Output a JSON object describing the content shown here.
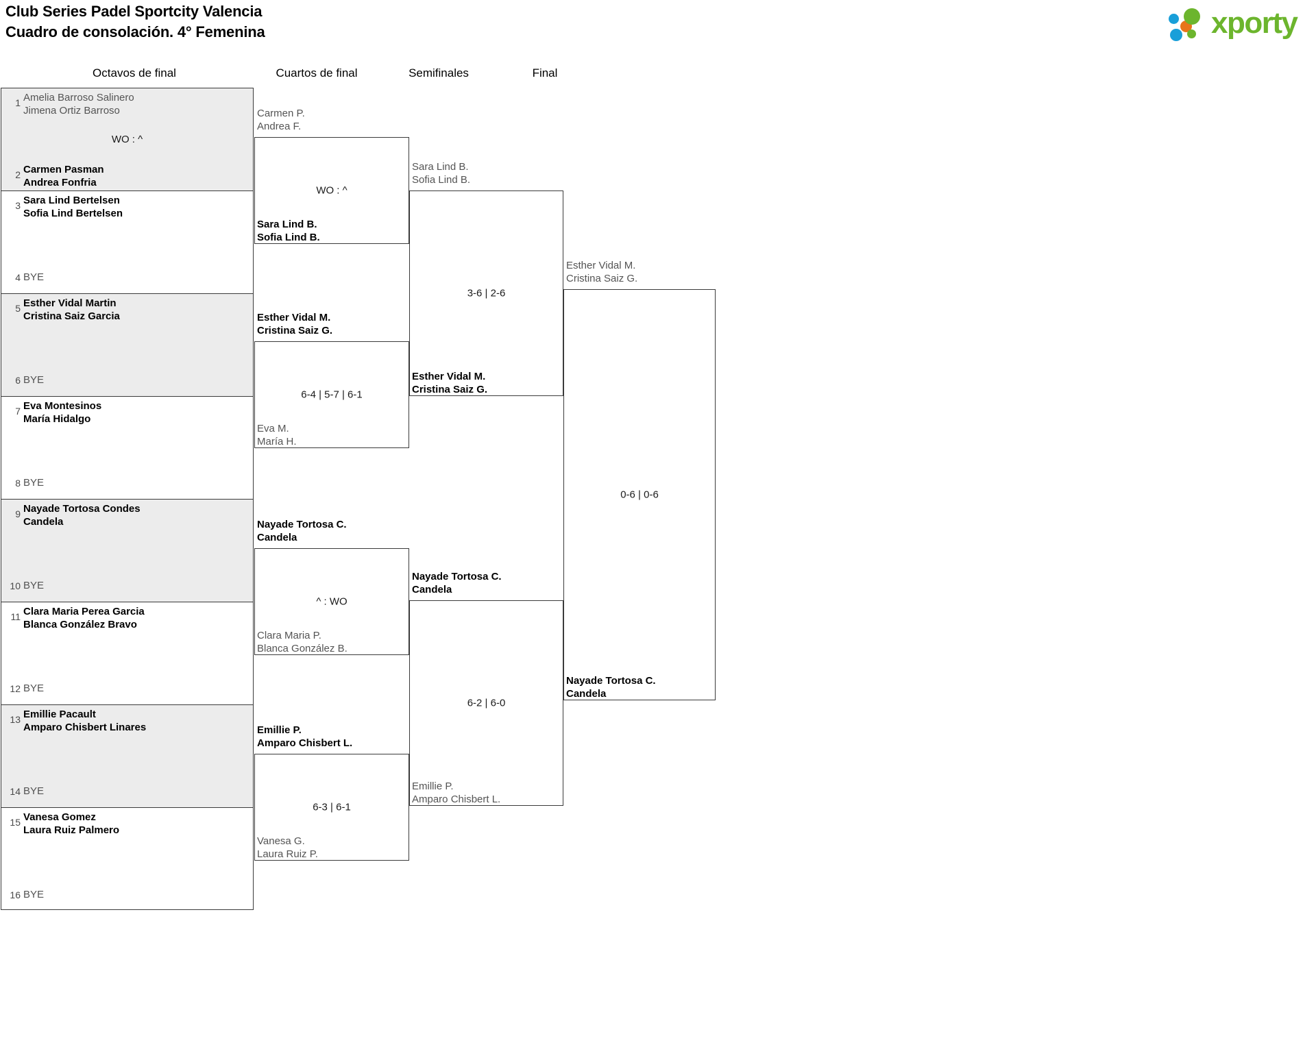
{
  "header": {
    "title_line1": "Club Series Padel Sportcity Valencia",
    "title_line2": "Cuadro de consolación. 4° Femenina",
    "logo_text": "xporty",
    "logo_colors": {
      "green": "#6cb52d",
      "blue": "#199fd9",
      "orange": "#e8751a"
    }
  },
  "rounds": [
    {
      "name": "Octavos de final"
    },
    {
      "name": "Cuartos de final"
    },
    {
      "name": "Semifinales"
    },
    {
      "name": "Final"
    }
  ],
  "round1": {
    "matches": [
      {
        "shaded": true,
        "score": "WO : ^",
        "top": {
          "seed": "1",
          "p1": "Amelia Barroso Salinero",
          "p2": "Jimena Ortiz Barroso",
          "state": "lose"
        },
        "bottom": {
          "seed": "2",
          "p1": "Carmen Pasman",
          "p2": "Andrea Fonfria",
          "state": "win"
        }
      },
      {
        "shaded": false,
        "score": "",
        "top": {
          "seed": "3",
          "p1": "Sara Lind Bertelsen",
          "p2": "Sofia Lind Bertelsen",
          "state": "win"
        },
        "bottom": {
          "seed": "4",
          "p1": "BYE",
          "p2": "",
          "state": "bye"
        }
      },
      {
        "shaded": true,
        "score": "",
        "top": {
          "seed": "5",
          "p1": "Esther Vidal Martin",
          "p2": "Cristina Saiz Garcia",
          "state": "win"
        },
        "bottom": {
          "seed": "6",
          "p1": "BYE",
          "p2": "",
          "state": "bye"
        }
      },
      {
        "shaded": false,
        "score": "",
        "top": {
          "seed": "7",
          "p1": "Eva Montesinos",
          "p2": "María Hidalgo",
          "state": "win"
        },
        "bottom": {
          "seed": "8",
          "p1": "BYE",
          "p2": "",
          "state": "bye"
        }
      },
      {
        "shaded": true,
        "score": "",
        "top": {
          "seed": "9",
          "p1": "Nayade Tortosa Condes",
          "p2": "Candela",
          "state": "win"
        },
        "bottom": {
          "seed": "10",
          "p1": "BYE",
          "p2": "",
          "state": "bye"
        }
      },
      {
        "shaded": false,
        "score": "",
        "top": {
          "seed": "11",
          "p1": "Clara Maria Perea Garcia",
          "p2": "Blanca González Bravo",
          "state": "win"
        },
        "bottom": {
          "seed": "12",
          "p1": "BYE",
          "p2": "",
          "state": "bye"
        }
      },
      {
        "shaded": true,
        "score": "",
        "top": {
          "seed": "13",
          "p1": "Emillie Pacault",
          "p2": "Amparo Chisbert Linares",
          "state": "win"
        },
        "bottom": {
          "seed": "14",
          "p1": "BYE",
          "p2": "",
          "state": "bye"
        }
      },
      {
        "shaded": false,
        "score": "",
        "top": {
          "seed": "15",
          "p1": "Vanesa Gomez",
          "p2": "Laura Ruiz Palmero",
          "state": "win"
        },
        "bottom": {
          "seed": "16",
          "p1": "BYE",
          "p2": "",
          "state": "bye"
        }
      }
    ]
  },
  "round2": {
    "matches": [
      {
        "score": "WO : ^",
        "top": {
          "p1": "Carmen P.",
          "p2": "Andrea F.",
          "state": "lose"
        },
        "bottom": {
          "p1": "Sara Lind B.",
          "p2": "Sofia Lind B.",
          "state": "win"
        }
      },
      {
        "score": "6-4 | 5-7 | 6-1",
        "top": {
          "p1": "Esther Vidal M.",
          "p2": "Cristina Saiz G.",
          "state": "win"
        },
        "bottom": {
          "p1": "Eva M.",
          "p2": "María H.",
          "state": "lose"
        }
      },
      {
        "score": "^ : WO",
        "top": {
          "p1": "Nayade Tortosa C.",
          "p2": "Candela",
          "state": "win"
        },
        "bottom": {
          "p1": "Clara Maria P.",
          "p2": "Blanca González B.",
          "state": "lose"
        }
      },
      {
        "score": "6-3 | 6-1",
        "top": {
          "p1": "Emillie P.",
          "p2": "Amparo Chisbert L.",
          "state": "win"
        },
        "bottom": {
          "p1": "Vanesa G.",
          "p2": "Laura Ruiz P.",
          "state": "lose"
        }
      }
    ]
  },
  "round3": {
    "matches": [
      {
        "score": "3-6 | 2-6",
        "top": {
          "p1": "Sara Lind B.",
          "p2": "Sofia Lind B.",
          "state": "lose"
        },
        "bottom": {
          "p1": "Esther Vidal M.",
          "p2": "Cristina Saiz G.",
          "state": "win"
        }
      },
      {
        "score": "6-2 | 6-0",
        "top": {
          "p1": "Nayade Tortosa C.",
          "p2": "Candela",
          "state": "win"
        },
        "bottom": {
          "p1": "Emillie P.",
          "p2": "Amparo Chisbert L.",
          "state": "lose"
        }
      }
    ]
  },
  "round4": {
    "matches": [
      {
        "score": "0-6 | 0-6",
        "top": {
          "p1": "Esther Vidal M.",
          "p2": "Cristina Saiz G.",
          "state": "lose"
        },
        "bottom": {
          "p1": "Nayade Tortosa C.",
          "p2": "Candela",
          "state": "win"
        }
      }
    ]
  }
}
